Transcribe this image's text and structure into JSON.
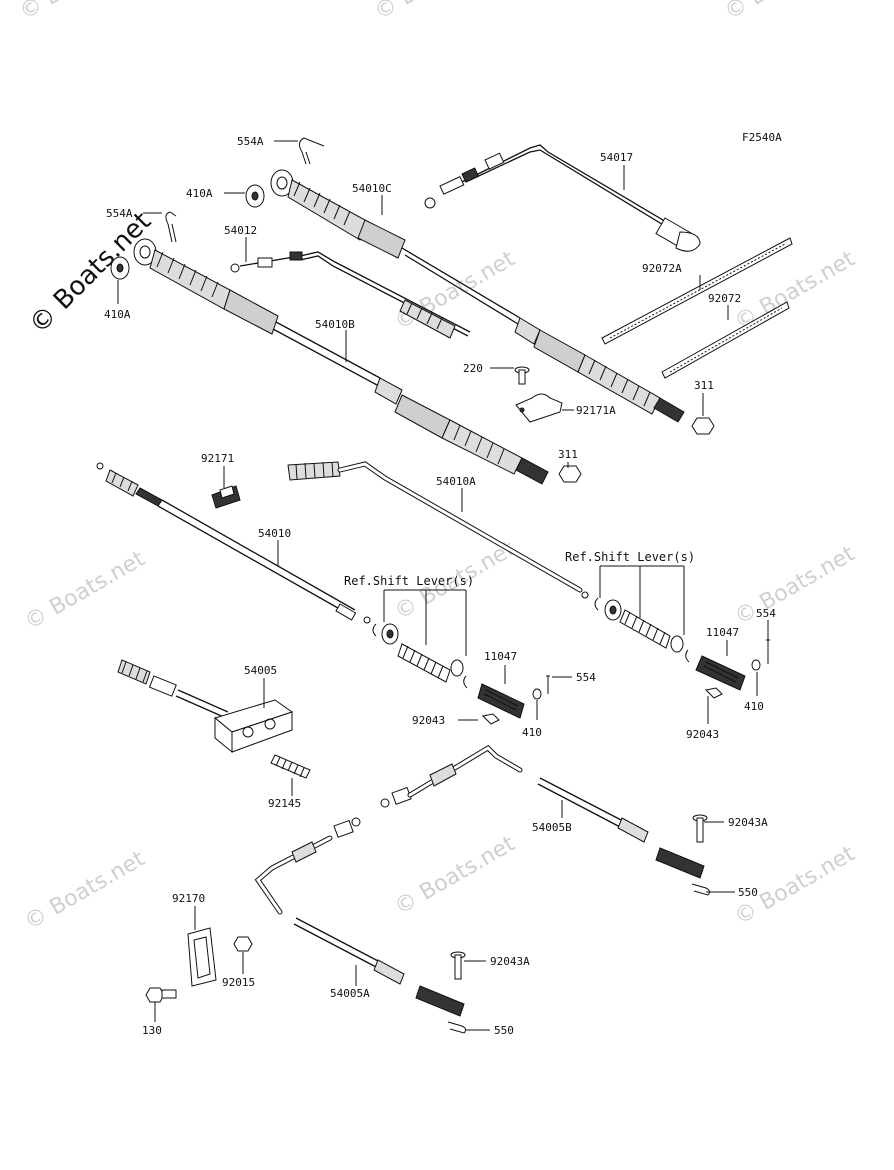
{
  "diagram_code": "F2540A",
  "brand_watermark": "© Boats.net",
  "tiled_watermark": "© Boats.net",
  "refs": {
    "shift_lever_1": "Ref.Shift Lever(s)",
    "shift_lever_2": "Ref.Shift Lever(s)"
  },
  "parts": {
    "p554A_top": "554A",
    "p410A_top": "410A",
    "p54010C": "54010C",
    "p54017": "54017",
    "p554A_left": "554A",
    "p54012": "54012",
    "p410A_left": "410A",
    "p54010B": "54010B",
    "p92072A": "92072A",
    "p92072": "92072",
    "p220": "220",
    "p92171A": "92171A",
    "p311_right": "311",
    "p311_mid": "311",
    "p92171": "92171",
    "p54010A": "54010A",
    "p54010": "54010",
    "p554_right": "554",
    "p11047_right": "11047",
    "p410_right": "410",
    "p92043_right": "92043",
    "p11047_mid": "11047",
    "p554_mid": "554",
    "p92043_mid": "92043",
    "p410_mid": "410",
    "p54005": "54005",
    "p92145": "92145",
    "p92043A_right": "92043A",
    "p54005B": "54005B",
    "p550_right": "550",
    "p92170": "92170",
    "p92015": "92015",
    "p92043A_bottom": "92043A",
    "p54005A": "54005A",
    "p550_bottom": "550",
    "p130": "130"
  }
}
